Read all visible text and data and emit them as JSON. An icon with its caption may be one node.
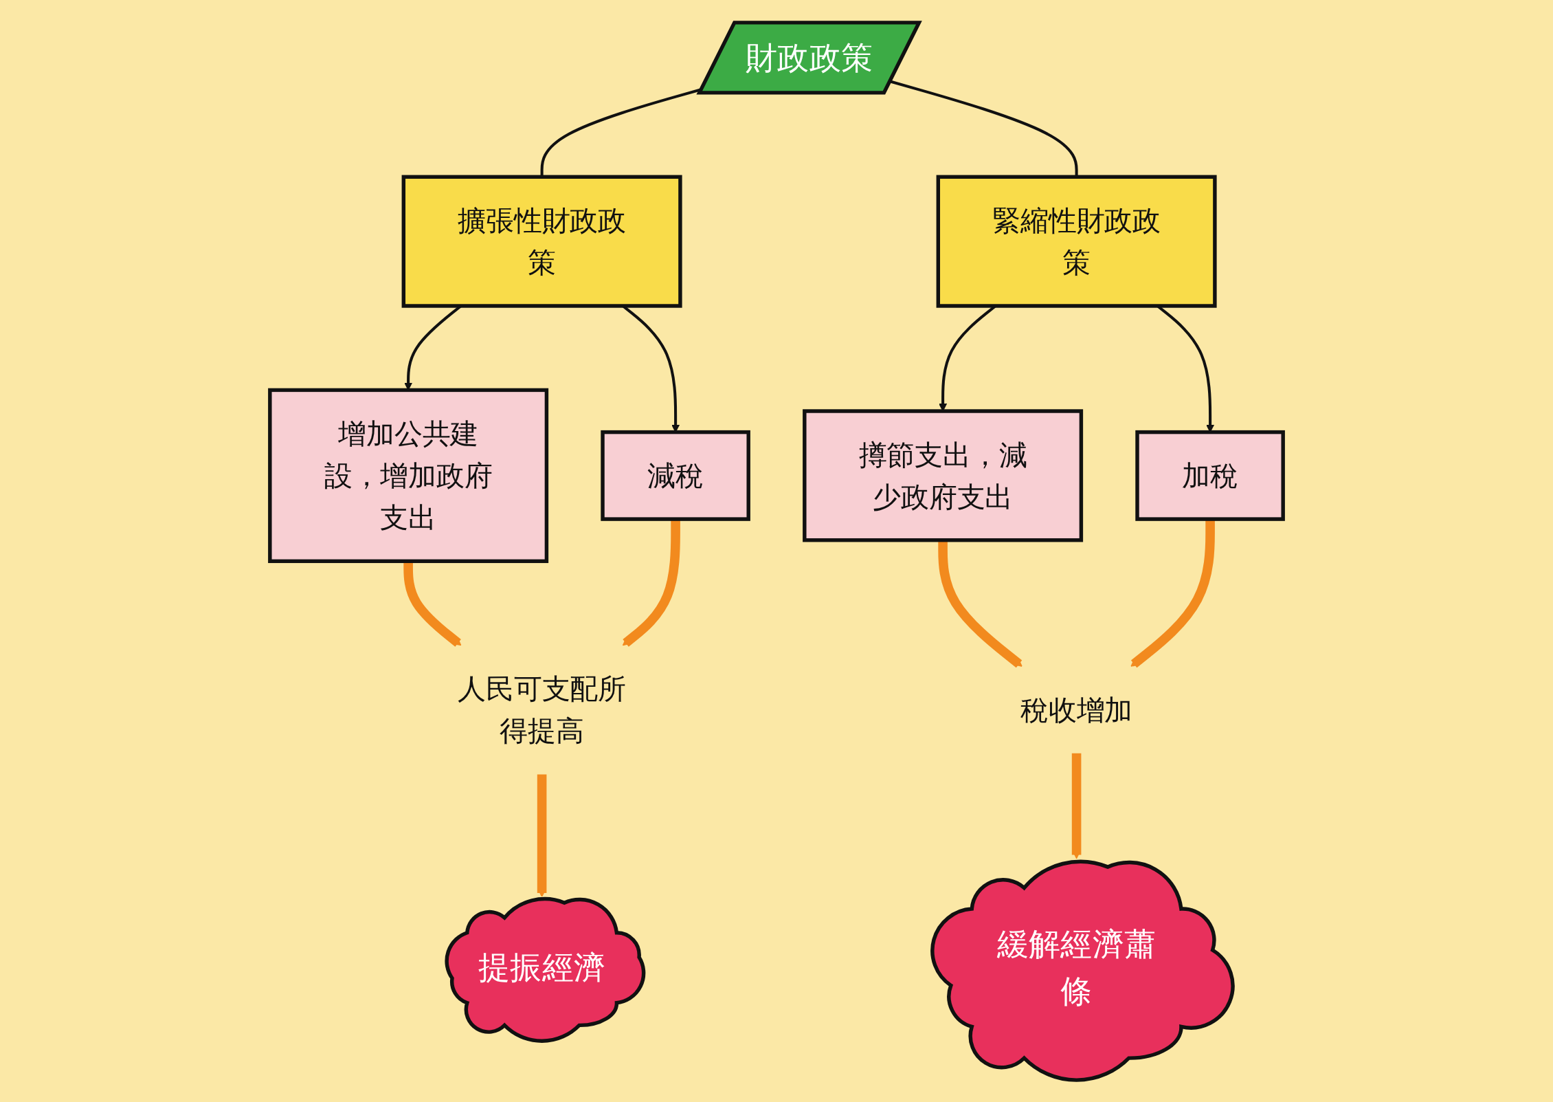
{
  "diagram": {
    "nodes": [
      {
        "text": [
          "財政政策"
        ]
      },
      {
        "text": [
          "擴張性財政政策"
        ]
      },
      {
        "text": [
          "緊縮性財政政策"
        ]
      },
      {
        "text": [
          "增加公共建設，增加政府支出"
        ]
      },
      {
        "text": [
          "減稅"
        ]
      },
      {
        "text": [
          "撙節支出，減少政府支出"
        ]
      },
      {
        "text": [
          "加稅"
        ]
      },
      {
        "text": [
          "人民可支配所得提高"
        ]
      },
      {
        "text": [
          "提振經濟"
        ]
      },
      {
        "text": [
          "稅收增加"
        ]
      },
      {
        "text": [
          "緩解經濟蕭條"
        ]
      }
    ],
    "edges": [
      {
        "from": 0,
        "to": 1,
        "arrow": "none"
      },
      {
        "from": 0,
        "to": 2,
        "arrow": "none"
      },
      {
        "from": 1,
        "to": 3,
        "arrow": "to"
      },
      {
        "from": 1,
        "to": 4,
        "arrow": "to"
      },
      {
        "from": 2,
        "to": 5,
        "arrow": "to"
      },
      {
        "from": 2,
        "to": 6,
        "arrow": "to"
      },
      {
        "from": 3,
        "to": 7,
        "arrow": "to",
        "style": "thick",
        "color": "#f28a1e"
      },
      {
        "from": 4,
        "to": 7,
        "arrow": "to",
        "style": "thick",
        "color": "#f28a1e"
      },
      {
        "from": 7,
        "to": 8,
        "arrow": "to",
        "style": "thick",
        "color": "#f28a1e"
      },
      {
        "from": 5,
        "to": 9,
        "arrow": "to",
        "style": "thick",
        "color": "#f28a1e"
      },
      {
        "from": 6,
        "to": 9,
        "arrow": "to",
        "style": "thick",
        "color": "#f28a1e"
      },
      {
        "from": 9,
        "to": 10,
        "arrow": "to",
        "style": "thick",
        "color": "#f28a1e"
      }
    ]
  }
}
